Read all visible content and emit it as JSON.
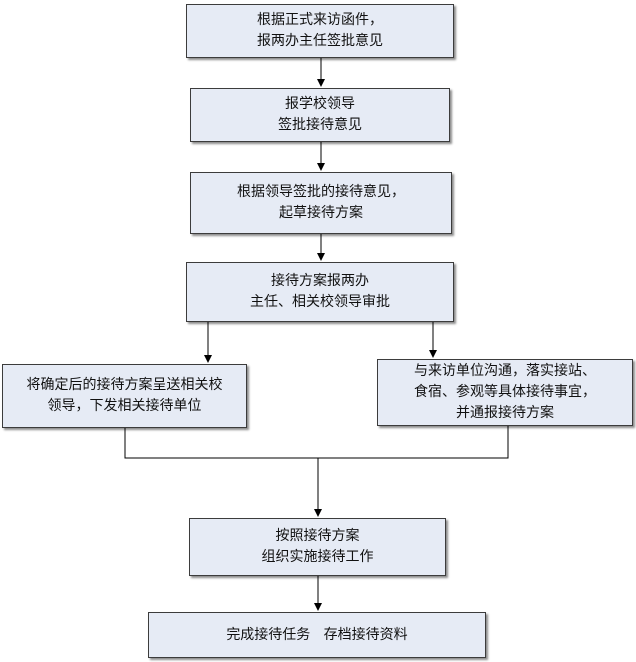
{
  "flowchart": {
    "steps": [
      {
        "id": "receive-letter",
        "lines": [
          "根据正式来访函件，",
          "报两办主任签批意见"
        ]
      },
      {
        "id": "school-leader-approval",
        "lines": [
          "报学校领导",
          "签批接待意见"
        ]
      },
      {
        "id": "draft-plan",
        "lines": [
          "根据领导签批的接待意见，",
          "起草接待方案"
        ]
      },
      {
        "id": "plan-review",
        "lines": [
          "接待方案报两办",
          "主任、相关校领导审批"
        ]
      },
      {
        "id": "send-plan",
        "lines": [
          "将确定后的接待方案呈送相关校",
          "领导，下发相关接待单位"
        ]
      },
      {
        "id": "coordinate-visitors",
        "lines": [
          "与来访单位沟通，落实接站、",
          "食宿、参观等具体接待事宜，",
          "并通报接待方案"
        ]
      },
      {
        "id": "implement",
        "lines": [
          "按照接待方案",
          "组织实施接待工作"
        ]
      },
      {
        "id": "complete",
        "lines": [
          "完成接待任务   存档接待资料"
        ]
      }
    ]
  }
}
